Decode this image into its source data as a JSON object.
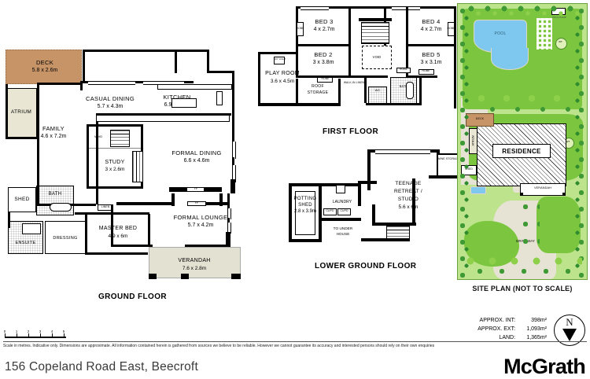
{
  "document": {
    "address": "156 Copeland Road East, Beecroft",
    "brand": "McGrath",
    "disclaimer": "Scale in metres. Indicative only. Dimensions are approximate. All information contained herein is gathered from sources we believe to be reliable. However we cannot guarantee its accuracy and interested persons should rely on their own enquiries"
  },
  "scale_bar": {
    "ticks": [
      "0",
      "1",
      "2",
      "3",
      "4",
      "5"
    ]
  },
  "areas": [
    {
      "label": "APPROX. INT:",
      "value": "398m²"
    },
    {
      "label": "APPROX. EXT:",
      "value": "1,093m²"
    },
    {
      "label": "LAND:",
      "value": "1,365m²"
    }
  ],
  "north_arrow": {
    "letter": "N"
  },
  "floors": {
    "ground": {
      "title": "GROUND FLOOR",
      "rooms": [
        {
          "name": "DECK",
          "dim": "5.8 x 2.6m"
        },
        {
          "name": "ATRIUM",
          "dim": ""
        },
        {
          "name": "CASUAL DINING",
          "dim": "5.7 x 4.3m"
        },
        {
          "name": "KITCHEN",
          "dim": "6.9 x 4.2m"
        },
        {
          "name": "FAMILY",
          "dim": "4.6 x 7.2m"
        },
        {
          "name": "STUDY",
          "dim": "3 x 2.6m"
        },
        {
          "name": "FORMAL DINING",
          "dim": "6.6 x 4.6m"
        },
        {
          "name": "FORMAL LOUNGE",
          "dim": "5.7 x 4.2m"
        },
        {
          "name": "MASTER BED",
          "dim": "4.9 x 6m"
        },
        {
          "name": "VERANDAH",
          "dim": "7.6 x 2.8m"
        },
        {
          "name": "SHED",
          "dim": ""
        },
        {
          "name": "BATH",
          "dim": ""
        },
        {
          "name": "ENSUITE",
          "dim": ""
        },
        {
          "name": "DRESSING",
          "dim": ""
        },
        {
          "name": "VOID",
          "dim": ""
        }
      ],
      "small_labels": [
        "VOID",
        "FP",
        "FP",
        "LINEN",
        "ROBE",
        "PTRY",
        "F",
        "WINE",
        "DW"
      ]
    },
    "first": {
      "title": "FIRST FLOOR",
      "rooms": [
        {
          "name": "BED 3",
          "dim": "4 x 2.7m"
        },
        {
          "name": "BED 4",
          "dim": "4 x 2.7m"
        },
        {
          "name": "BED 2",
          "dim": "3 x 3.8m"
        },
        {
          "name": "BED 5",
          "dim": "3 x 3.1m"
        },
        {
          "name": "PLAY ROOM",
          "dim": "3.6 x 4.5m"
        },
        {
          "name": "VOID",
          "dim": ""
        },
        {
          "name": "ROOF STORAGE",
          "dim": ""
        },
        {
          "name": "WALK-IN LINEN",
          "dim": ""
        },
        {
          "name": "WC",
          "dim": ""
        },
        {
          "name": "BATH",
          "dim": ""
        }
      ],
      "small_labels": [
        "ROBE",
        "ROBE",
        "ROBE",
        "ROBE",
        "SKY LIGHT",
        "WC",
        "BATH",
        "LINEN"
      ]
    },
    "lower_ground": {
      "title": "LOWER GROUND FLOOR",
      "rooms": [
        {
          "name": "TEENAGE RETREAT / STUDIO",
          "dim": "5.6 x 6m"
        },
        {
          "name": "POTTING SHED",
          "dim": "2.8 x 3.9m"
        },
        {
          "name": "LAUNDRY",
          "dim": ""
        },
        {
          "name": "WINE STORAGE",
          "dim": ""
        },
        {
          "name": "TO UNDER HOUSE",
          "dim": ""
        }
      ],
      "small_labels": [
        "CUPD",
        "CUPD"
      ]
    }
  },
  "site_plan": {
    "title": "SITE PLAN (NOT TO SCALE)",
    "labels": [
      "POOL",
      "POOL PUMP",
      "RESIDENCE",
      "DECK",
      "ATRIUM",
      "SHED",
      "VERANDAH",
      "DRIVEWAY",
      "WT",
      "WT"
    ],
    "colors": {
      "grass": "#bde38c",
      "lawn": "#7cc63f",
      "pool_water": "#7ec8ef",
      "path": "#e7e3d4",
      "deck": "#c79468",
      "atrium": "#e9e7d4",
      "shrub": "#3f9a35"
    }
  },
  "palette": {
    "deck": "#c79468",
    "atrium": "#e9e7d4",
    "verandah": "#e3e1d2",
    "wall": "#000000",
    "page": "#ffffff"
  }
}
